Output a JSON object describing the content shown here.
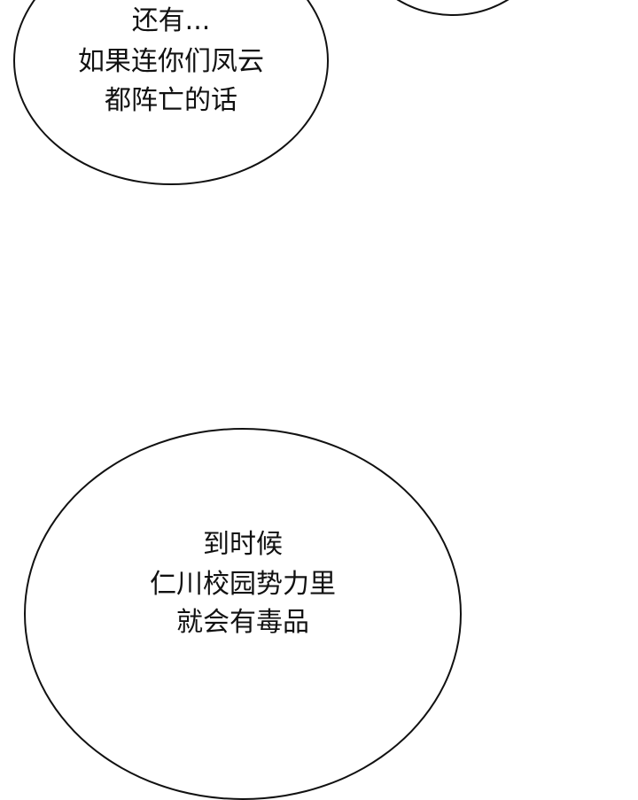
{
  "bubbles": [
    {
      "lines": [
        "还有...",
        "如果连你们凤云",
        "都阵亡的话"
      ]
    },
    {
      "lines": []
    },
    {
      "lines": [
        "到时候",
        "仁川校园势力里",
        "就会有毒品"
      ]
    }
  ]
}
